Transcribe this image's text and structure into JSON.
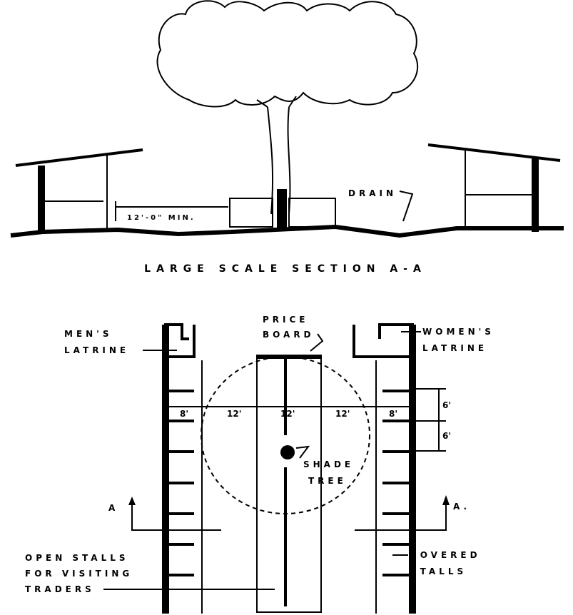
{
  "section": {
    "title": "LARGE SCALE SECTION A-A",
    "min_dimension": "12'-0\" MIN.",
    "drain_label": "DRAIN"
  },
  "plan": {
    "mens_latrine": [
      "MEN'S",
      "LATRINE"
    ],
    "price_board": [
      "PRICE",
      "BOARD"
    ],
    "womens_latrine": [
      "WOMEN'S",
      "LATRINE"
    ],
    "shade_tree": [
      "SHADE",
      "TREE"
    ],
    "open_stalls": [
      "OPEN STALLS",
      "FOR VISITING",
      "TRADERS"
    ],
    "covered_stalls": [
      "COVERED",
      "STALLS"
    ],
    "dimensions": [
      "8'",
      "12'",
      "12'",
      "12'",
      "8'"
    ],
    "stall_dimensions": [
      "6'",
      "6'"
    ],
    "section_marker_left": "A",
    "section_marker_right": "A."
  }
}
